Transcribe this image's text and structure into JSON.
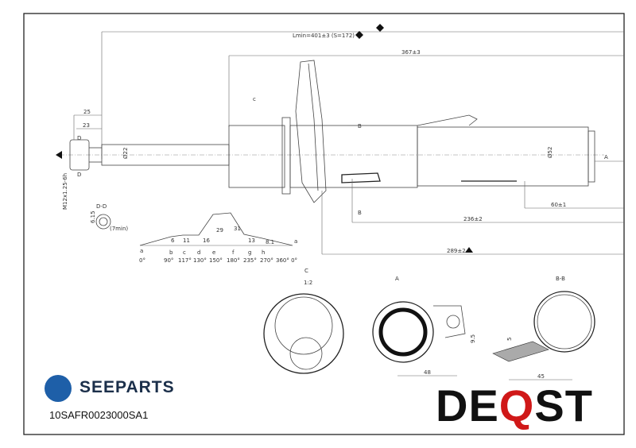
{
  "drawing": {
    "lmin": "Lmin=401±3 (S=172)",
    "length_367": "367±3",
    "dim_25": "25",
    "dim_23": "23",
    "section_d_top": "D",
    "section_d_bottom": "D",
    "thread": "M12x1.25-6h",
    "rod_dia": "Ø22",
    "body_dia": "Ø52",
    "label_c": "c",
    "section_b_top": "B",
    "section_b_bottom": "B",
    "view_a_arrow": "A",
    "dim_60": "60±1",
    "dim_236": "236±2",
    "dim_289": "289±2",
    "dd_title": "D-D",
    "dd_dim": "6.15",
    "dd_min": "(7min)",
    "profile": {
      "points": [
        "a",
        "b",
        "c",
        "d",
        "e",
        "f",
        "g",
        "h",
        "a"
      ],
      "angles": [
        "0°",
        "90°",
        "117°",
        "130°",
        "150°",
        "180°",
        "235°",
        "270°",
        "360° 0°"
      ],
      "heights": [
        "6",
        "11",
        "16",
        "29",
        "31",
        "13",
        "8.1"
      ]
    },
    "view_c_title": "C",
    "view_c_scale": "1:2",
    "view_a_title": "A",
    "view_a_dim_95": "9.5",
    "view_a_dim_48": "48",
    "view_bb_title": "B-B",
    "view_bb_dim_5": "5",
    "view_bb_dim_45": "45"
  },
  "footer": {
    "brand": "SEEPARTS",
    "part_number": "10SAFR0023000SA1",
    "logo_left": "DE",
    "logo_q": "Q",
    "logo_right": "ST",
    "brand_color": "#1e5fa8",
    "accent_color": "#d01818"
  }
}
